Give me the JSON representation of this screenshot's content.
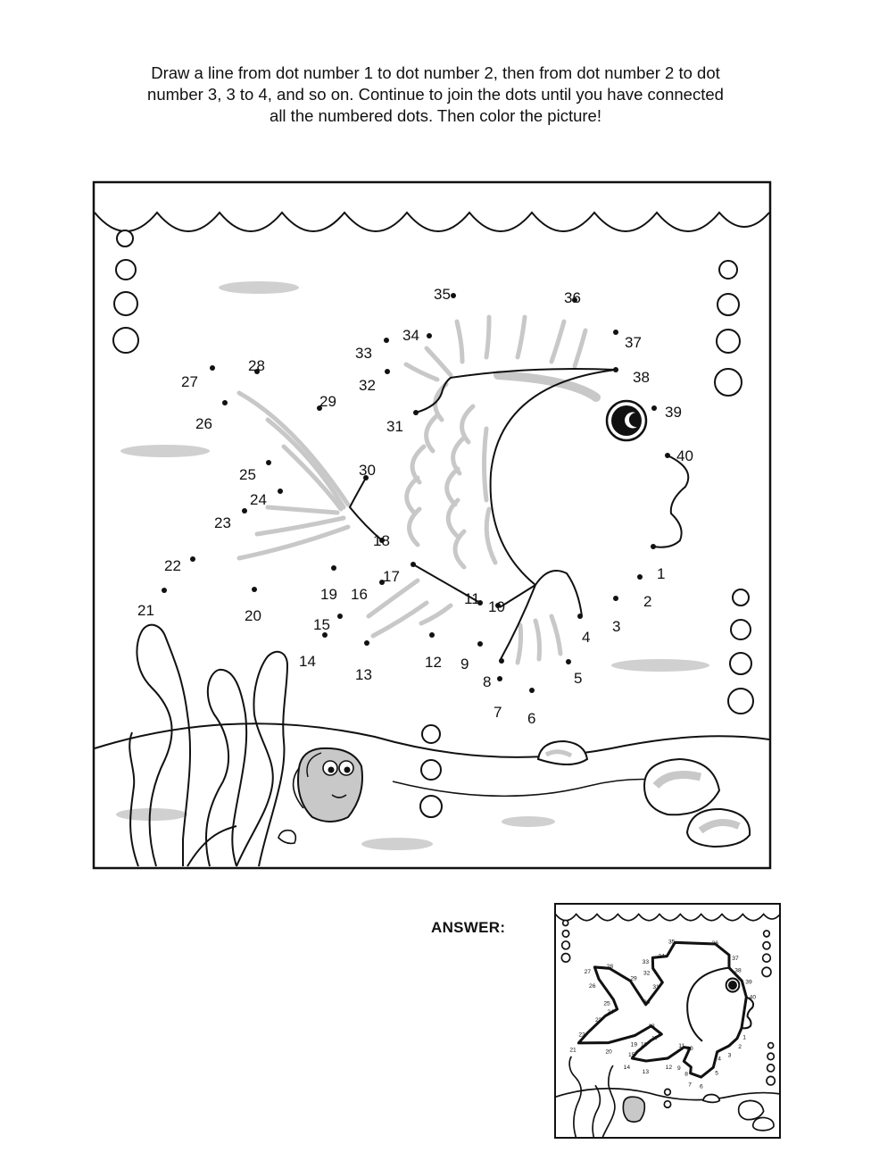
{
  "instructions": {
    "line1": "Draw a line from dot number 1 to dot number 2, then from dot number 2 to dot",
    "line2": "number 3, 3 to 4, and so on. Continue to join the dots until you have connected",
    "line3": "all the numbered dots. Then color the picture!"
  },
  "answer": {
    "label": "ANSWER:"
  },
  "icons": {
    "fish": "fish-outline-icon",
    "hermit_crab": "hermit-crab-icon",
    "seaweed": "seaweed-icon",
    "bubbles": "bubble-icon",
    "rocks": "rock-icon"
  },
  "colors": {
    "ink": "#111111",
    "shade": "#c8c8c8",
    "paper": "#ffffff"
  },
  "dots": [
    {
      "n": "1"
    },
    {
      "n": "2"
    },
    {
      "n": "3"
    },
    {
      "n": "4"
    },
    {
      "n": "5"
    },
    {
      "n": "6"
    },
    {
      "n": "7"
    },
    {
      "n": "8"
    },
    {
      "n": "9"
    },
    {
      "n": "10"
    },
    {
      "n": "11"
    },
    {
      "n": "12"
    },
    {
      "n": "13"
    },
    {
      "n": "14"
    },
    {
      "n": "15"
    },
    {
      "n": "16"
    },
    {
      "n": "17"
    },
    {
      "n": "18"
    },
    {
      "n": "19"
    },
    {
      "n": "20"
    },
    {
      "n": "21"
    },
    {
      "n": "22"
    },
    {
      "n": "23"
    },
    {
      "n": "24"
    },
    {
      "n": "25"
    },
    {
      "n": "26"
    },
    {
      "n": "27"
    },
    {
      "n": "28"
    },
    {
      "n": "29"
    },
    {
      "n": "30"
    },
    {
      "n": "31"
    },
    {
      "n": "32"
    },
    {
      "n": "33"
    },
    {
      "n": "34"
    },
    {
      "n": "35"
    },
    {
      "n": "36"
    },
    {
      "n": "37"
    },
    {
      "n": "38"
    },
    {
      "n": "39"
    },
    {
      "n": "40"
    }
  ]
}
